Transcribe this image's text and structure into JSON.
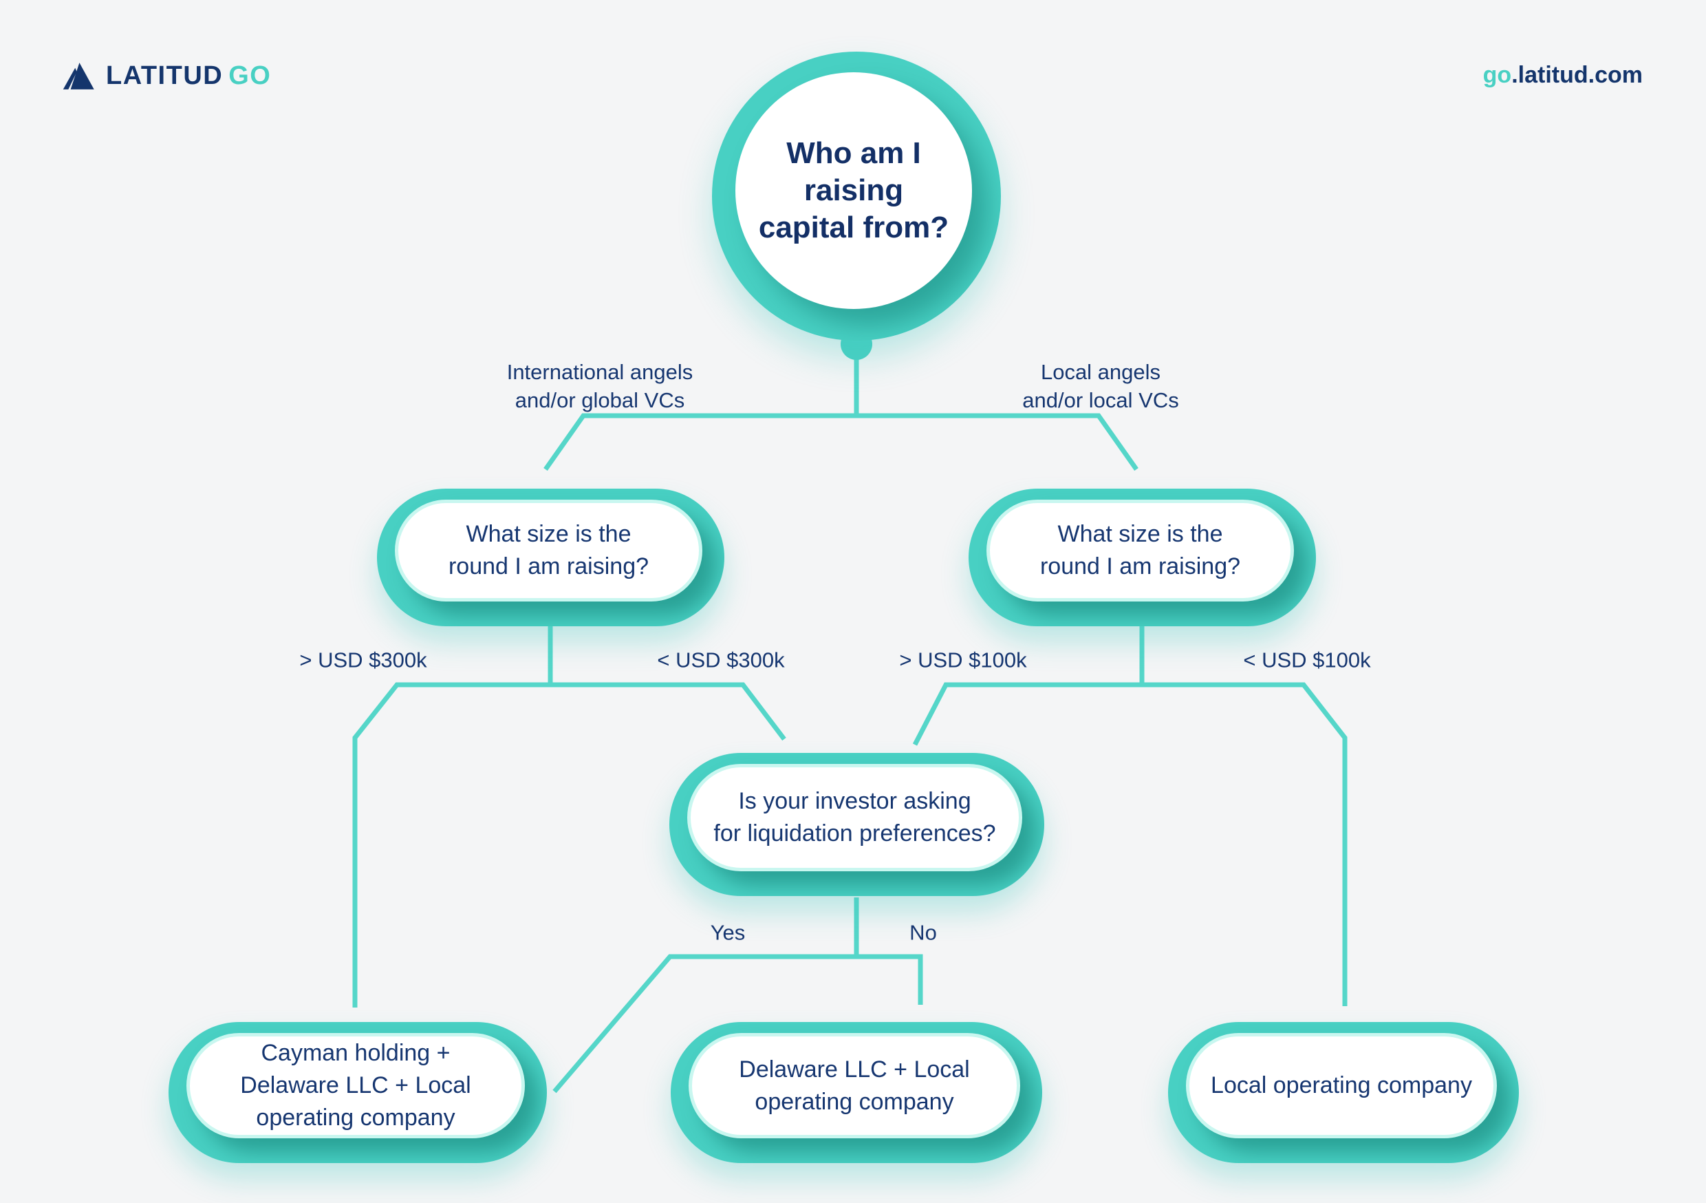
{
  "header": {
    "logo_brand": "LATITUD",
    "logo_suffix": "GO",
    "url_prefix": "go",
    "url_suffix": ".latitud.com"
  },
  "nodes": {
    "root": "Who am I\nraising\ncapital from?",
    "size_left": "What size is the\nround I am raising?",
    "size_right": "What size is the\nround I am raising?",
    "liquidation": "Is your investor asking\nfor liquidation preferences?",
    "outcome_cayman": "Cayman holding +\nDelaware LLC + Local\noperating company",
    "outcome_delaware": "Delaware LLC + Local\noperating company",
    "outcome_local": "Local operating company"
  },
  "edges": {
    "root_left": "International angels\nand/or global VCs",
    "root_right": "Local angels\nand/or local VCs",
    "left_gt": "> USD $300k",
    "left_lt": "< USD $300k",
    "right_gt": "> USD $100k",
    "right_lt": "< USD $100k",
    "yes": "Yes",
    "no": "No"
  },
  "colors": {
    "teal": "#48D0C3",
    "teal_line": "#55D6C9",
    "teal_pale": "#C9F7F0",
    "navy": "#163670",
    "background": "#F4F5F6",
    "white": "#FFFFFF"
  }
}
